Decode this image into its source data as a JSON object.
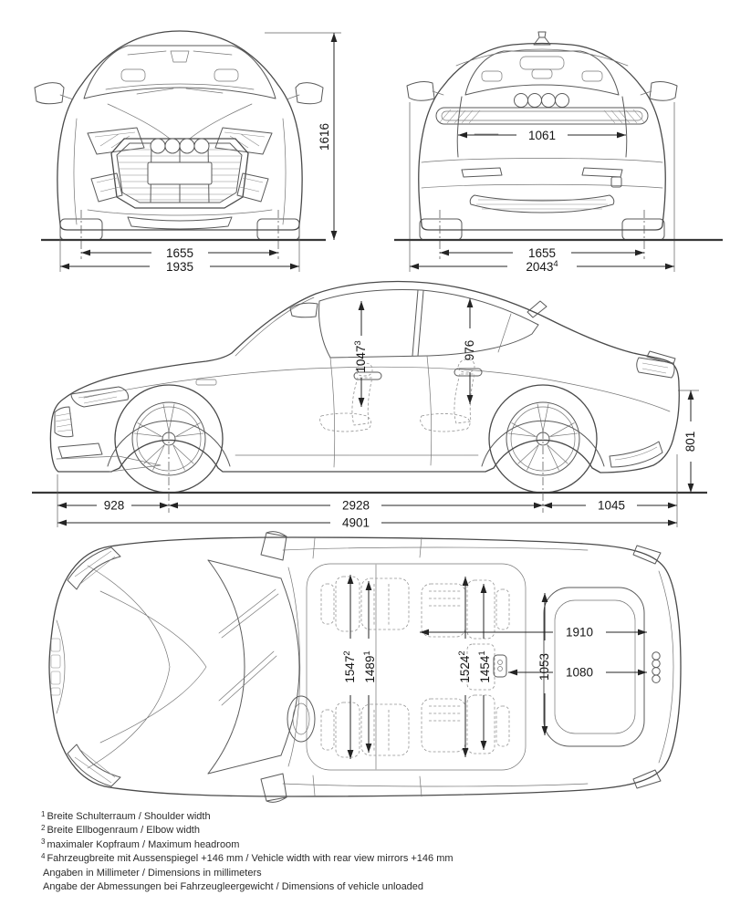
{
  "dimensions": {
    "front": {
      "overall_height": "1616",
      "track_width": "1655",
      "vehicle_width": "1935"
    },
    "rear": {
      "tailgate_opening_width": "1061",
      "track_width": "1655",
      "width_with_mirrors": {
        "value": "2043",
        "sup": "4"
      }
    },
    "side": {
      "max_headroom_front": {
        "value": "1047",
        "sup": "3"
      },
      "headroom_rear": "976",
      "loading_sill_height": "801",
      "front_overhang": "928",
      "wheelbase": "2928",
      "rear_overhang": "1045",
      "overall_length": "4901"
    },
    "top": {
      "elbow_width_front": {
        "value": "1547",
        "sup": "2"
      },
      "shoulder_width_front": {
        "value": "1489",
        "sup": "1"
      },
      "elbow_width_rear": {
        "value": "1524",
        "sup": "2"
      },
      "shoulder_width_rear": {
        "value": "1454",
        "sup": "1"
      },
      "interior_width": "1910",
      "luggage_width": "1053",
      "luggage_width_lower": "1080"
    }
  },
  "footnotes": [
    {
      "sup": "1",
      "text": "Breite Schulterraum / Shoulder width"
    },
    {
      "sup": "2",
      "text": "Breite Ellbogenraum / Elbow width"
    },
    {
      "sup": "3",
      "text": "maximaler Kopfraum / Maximum headroom"
    },
    {
      "sup": "4",
      "text": "Fahrzeugbreite mit Aussenspiegel +146 mm / Vehicle width with rear view mirrors +146 mm"
    },
    {
      "sup": "",
      "text": "Angaben in Millimeter / Dimensions in millimeters"
    },
    {
      "sup": "",
      "text": "Angabe der Abmessungen bei Fahrzeugleergewicht / Dimensions of vehicle unloaded"
    }
  ]
}
